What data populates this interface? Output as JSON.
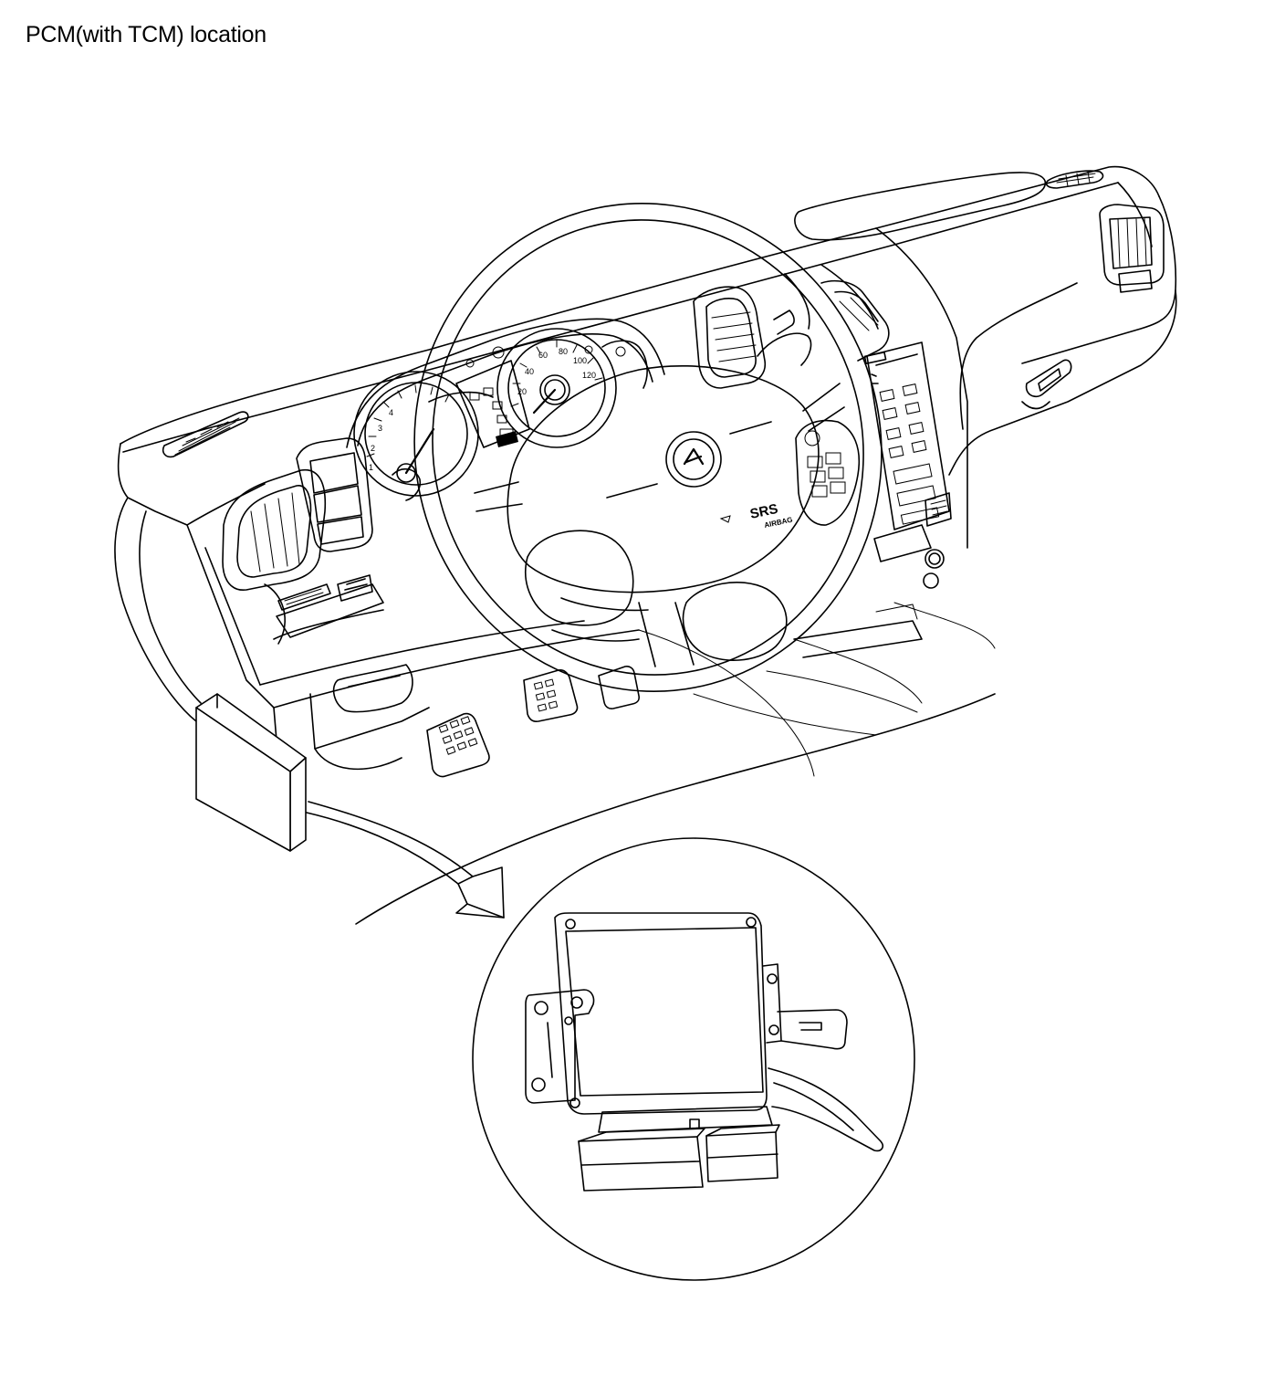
{
  "title": "PCM(with TCM) location",
  "airbag_label": "SRS",
  "airbag_sublabel": "AIRBAG"
}
